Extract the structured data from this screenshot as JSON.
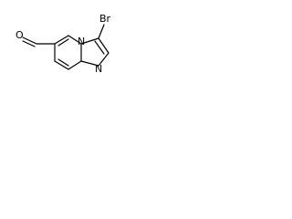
{
  "molecule": {
    "atom_labels": {
      "bromine": "Br",
      "ring_nitrogen_bridge": "N",
      "ring_nitrogen_imidazole": "N",
      "aldehyde_oxygen": "O"
    },
    "colors": {
      "bond": "#000000",
      "label": "#000000",
      "background": "#ffffff"
    }
  }
}
